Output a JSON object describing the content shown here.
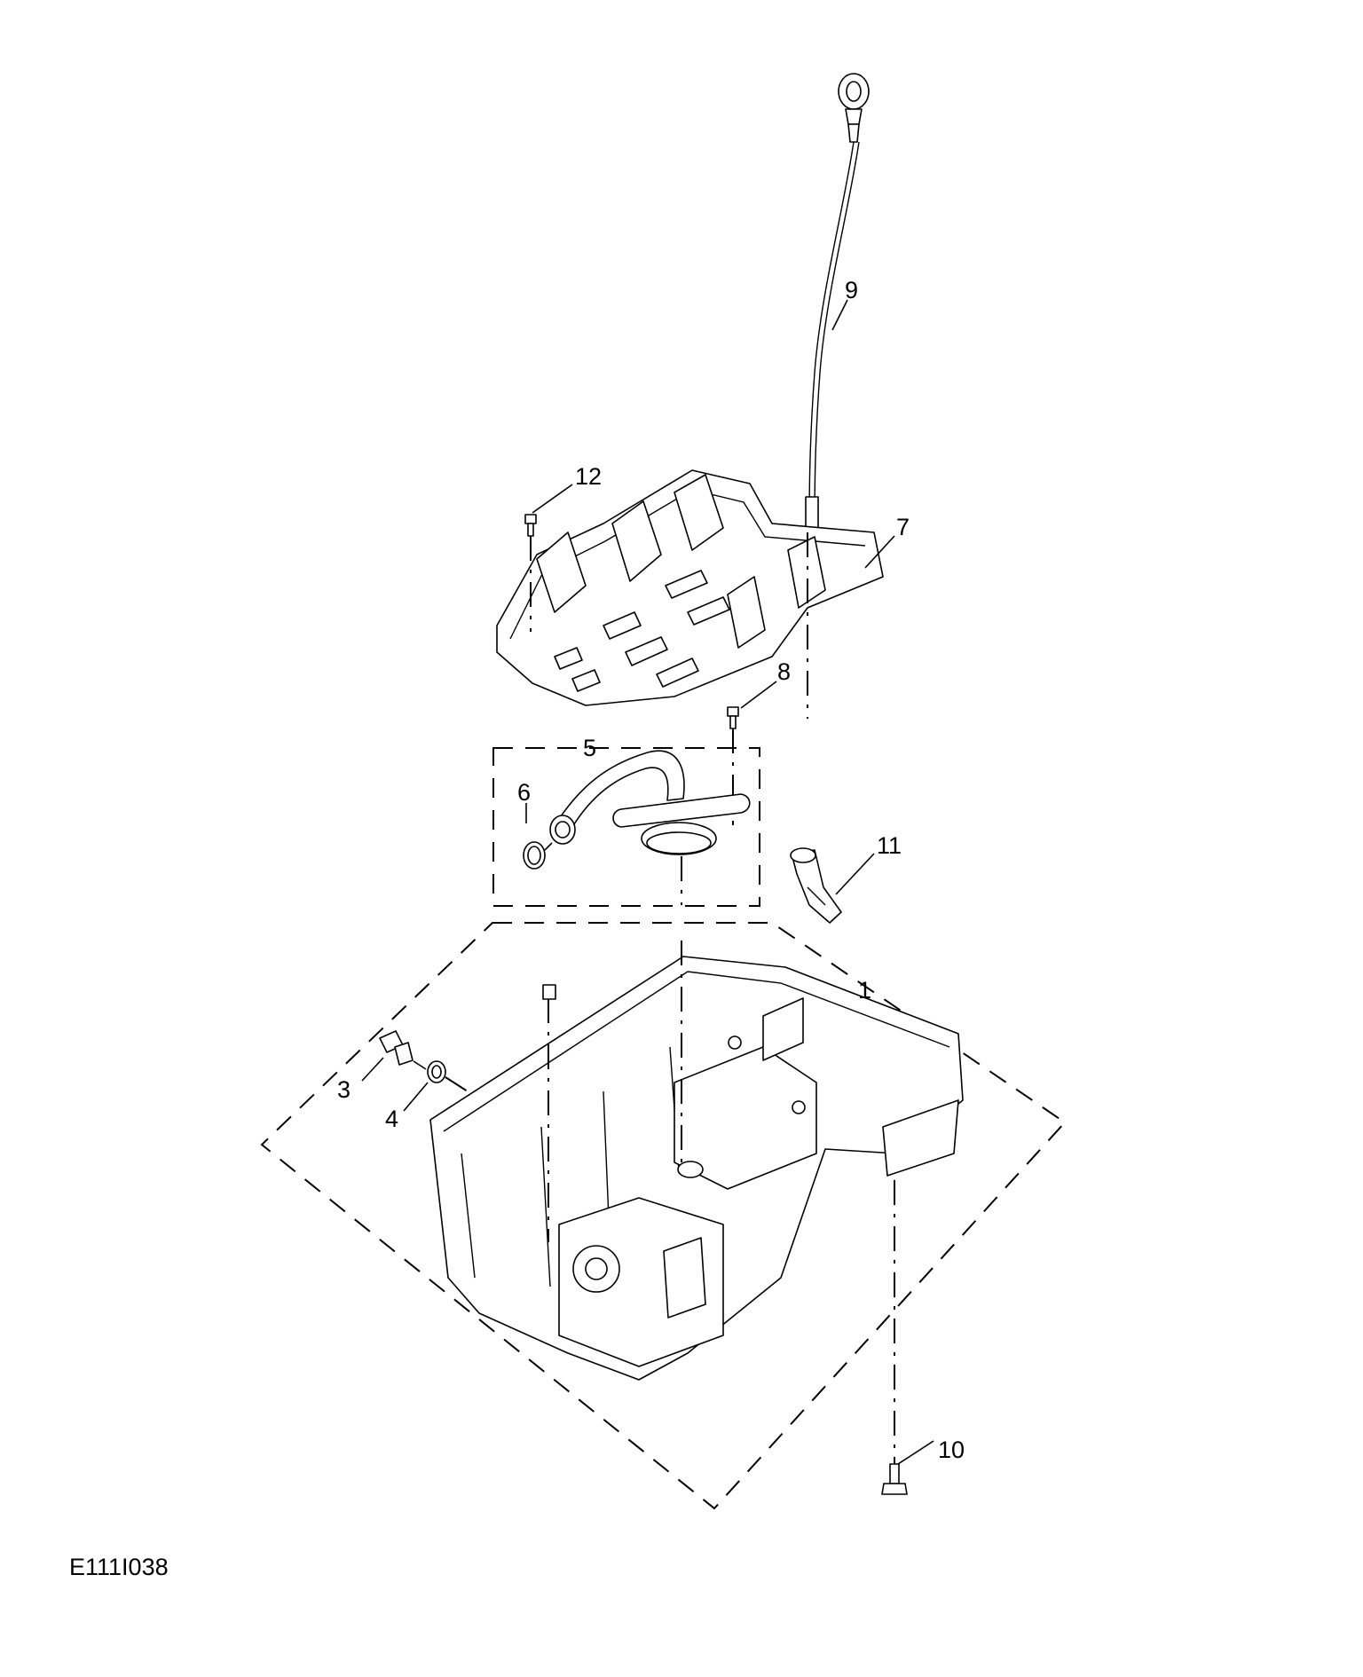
{
  "callouts": [
    "1",
    "3",
    "4",
    "5",
    "6",
    "7",
    "8",
    "9",
    "10",
    "11",
    "12"
  ],
  "figure_code": "E111I038"
}
